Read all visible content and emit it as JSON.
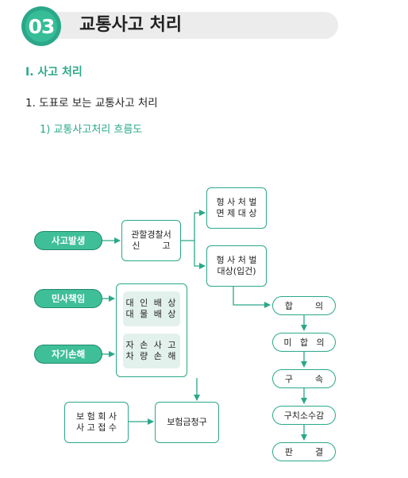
{
  "header": {
    "number": "03",
    "title": "교통사고 처리"
  },
  "section": "Ⅰ. 사고 처리",
  "subsection": "1. 도표로 보는 교통사고 처리",
  "subsubsection": "1) 교통사고처리 흐름도",
  "flow": {
    "start": "사고발생",
    "civil": "민사책임",
    "self": "자기손해",
    "police_line1": "관할경찰서",
    "police_line2": "신        고",
    "exempt_line1": "형 사 처 벌",
    "exempt_line2": "면 제 대 상",
    "target_line1": "형 사 처 벌",
    "target_line2": "대상(입건)",
    "person_line1": "대 인 배 상",
    "person_line2": "대 물 배 상",
    "selfdmg_line1": "자 손 사 고",
    "selfdmg_line2": "차 량 손 해",
    "insurer_line1": "보 험 회 사",
    "insurer_line2": "사 고 접 수",
    "claim": "보험금청구",
    "steps": [
      "합        의",
      "미   합   의",
      "구        속",
      "구치소수감",
      "판        결"
    ]
  },
  "colors": {
    "accent": "#2aa889",
    "pill": "#3fbf98",
    "inner": "#e3f1ec",
    "header_bar": "#ececec"
  }
}
